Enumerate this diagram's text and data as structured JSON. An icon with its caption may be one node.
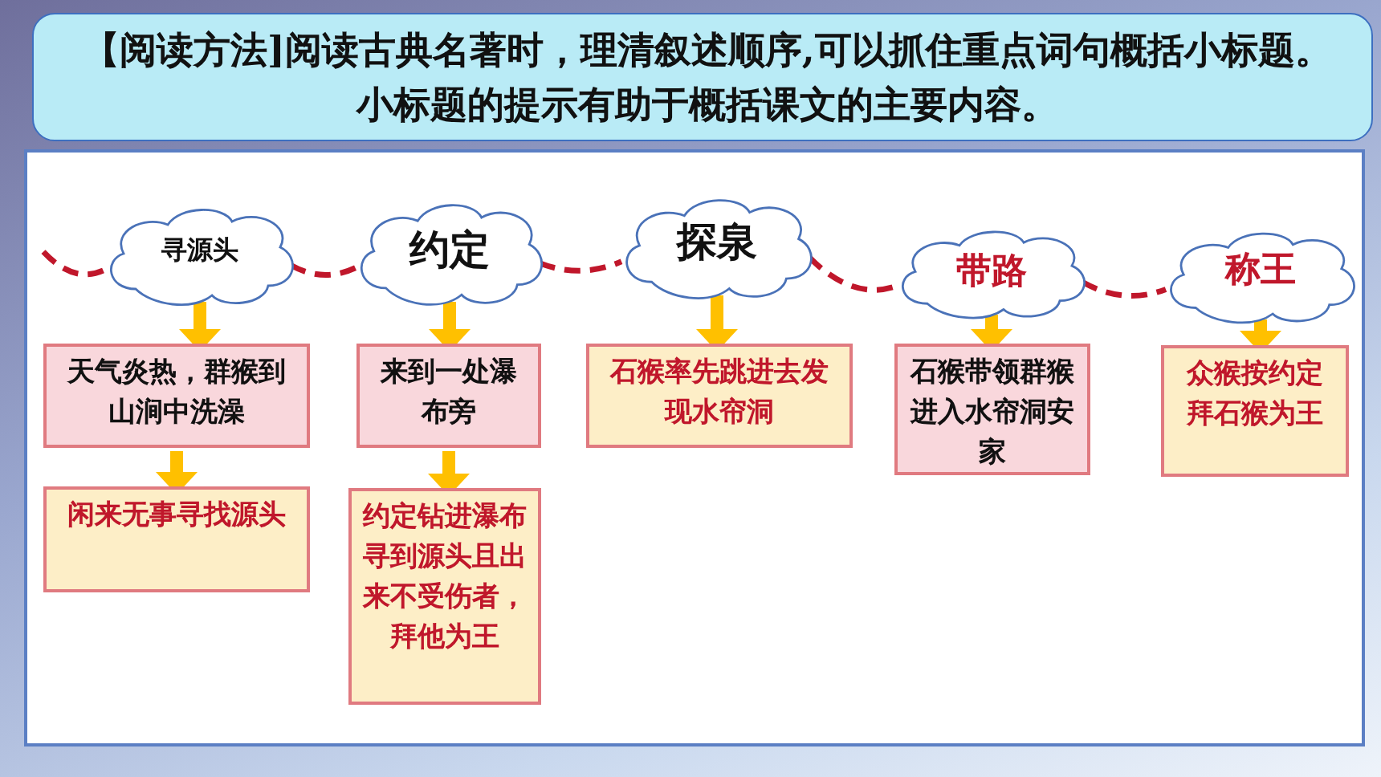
{
  "diagram": {
    "nodes": [
      {
        "text": [
          "【阅读方法]阅读古典名著时，理清叙述顺序,可以抓住重点词句概括小标题。小标题的提示有助于概括课文的主要内容。"
        ]
      },
      {
        "text": [
          "寻源头"
        ]
      },
      {
        "text": [
          "约定"
        ]
      },
      {
        "text": [
          "探泉"
        ]
      },
      {
        "text": [
          "带路"
        ]
      },
      {
        "text": [
          "称王"
        ]
      },
      {
        "text": [
          "天气炎热，群猴到山涧中洗澡"
        ]
      },
      {
        "text": [
          "闲来无事寻找源头"
        ]
      },
      {
        "text": [
          "来到一处瀑布旁"
        ]
      },
      {
        "text": [
          "约定钻进瀑布寻到源头且出来不受伤者，拜他为王"
        ]
      },
      {
        "text": [
          "石猴率先跳进去发现水帘洞"
        ]
      },
      {
        "text": [
          "石猴带领群猴进入水帘洞安家"
        ]
      },
      {
        "text": [
          "众猴按约定拜石猴为王"
        ]
      }
    ],
    "edges": [
      {
        "from": null,
        "to": 1,
        "arrow": "none",
        "style": "dashed",
        "color": "#c0172b"
      },
      {
        "from": 1,
        "to": 2,
        "arrow": "none",
        "style": "dashed",
        "color": "#c0172b"
      },
      {
        "from": 2,
        "to": 3,
        "arrow": "none",
        "style": "dashed",
        "color": "#c0172b"
      },
      {
        "from": 3,
        "to": 4,
        "arrow": "none",
        "style": "dashed",
        "color": "#c0172b"
      },
      {
        "from": 4,
        "to": 5,
        "arrow": "none",
        "style": "dashed",
        "color": "#c0172b"
      },
      {
        "from": 1,
        "to": 6,
        "arrow": "to"
      },
      {
        "from": 6,
        "to": 7,
        "arrow": "to"
      },
      {
        "from": 2,
        "to": 8,
        "arrow": "to"
      },
      {
        "from": 8,
        "to": 9,
        "arrow": "to"
      },
      {
        "from": 3,
        "to": 10,
        "arrow": "to"
      },
      {
        "from": 4,
        "to": 11,
        "arrow": "to"
      },
      {
        "from": 5,
        "to": 12,
        "arrow": "to"
      }
    ]
  }
}
